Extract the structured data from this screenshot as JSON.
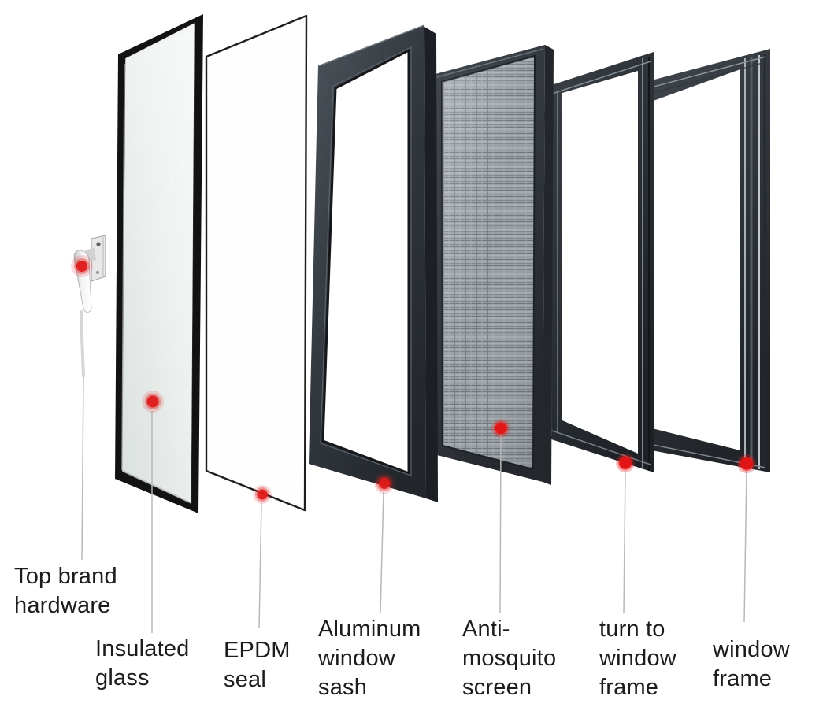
{
  "diagram": {
    "type": "exploded-product-diagram",
    "background_color": "#ffffff",
    "marker_icon": "red-dot",
    "marker_color": "#e02020",
    "leader_line_color": "#b8b8b8",
    "label_text_color": "#1c1c1c",
    "parts": [
      {
        "id": "top-brand-hardware",
        "label": "Top brand hardware"
      },
      {
        "id": "insulated-glass",
        "label": "Insulated glass"
      },
      {
        "id": "epdm-seal",
        "label": "EPDM seal"
      },
      {
        "id": "aluminum-window-sash",
        "label": "Aluminum window sash"
      },
      {
        "id": "anti-mosquito-screen",
        "label": "Anti-mosquito screen"
      },
      {
        "id": "turn-to-window-frame",
        "label": "turn to window frame"
      },
      {
        "id": "window-frame",
        "label": "window frame"
      }
    ]
  }
}
